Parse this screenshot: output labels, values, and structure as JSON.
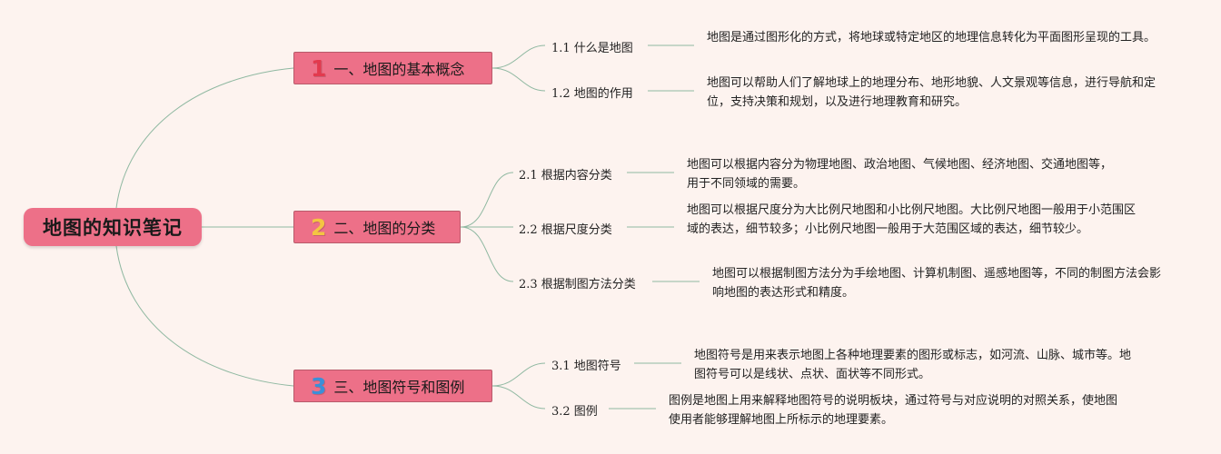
{
  "root": {
    "title": "地图的知识笔记"
  },
  "colors": {
    "node": "#ed7088",
    "line": "#8fb8a1",
    "n1": "#e23a4e",
    "n2": "#f4c542",
    "n3": "#3c8fd8",
    "background": "#fdf3ef"
  },
  "branches": [
    {
      "number": "1",
      "title": "一、地图的基本概念",
      "children": [
        {
          "title": "1.1 什么是地图",
          "desc": "地图是通过图形化的方式，将地球或特定地区的地理信息转化为平面图形呈现的工具。"
        },
        {
          "title": "1.2 地图的作用",
          "desc": "地图可以帮助人们了解地球上的地理分布、地形地貌、人文景观等信息，进行导航和定位，支持决策和规划，以及进行地理教育和研究。"
        }
      ]
    },
    {
      "number": "2",
      "title": "二、地图的分类",
      "children": [
        {
          "title": "2.1 根据内容分类",
          "desc": "地图可以根据内容分为物理地图、政治地图、气候地图、经济地图、交通地图等，用于不同领域的需要。"
        },
        {
          "title": "2.2 根据尺度分类",
          "desc": "地图可以根据尺度分为大比例尺地图和小比例尺地图。大比例尺地图一般用于小范围区域的表达，细节较多；小比例尺地图一般用于大范围区域的表达，细节较少。"
        },
        {
          "title": "2.3 根据制图方法分类",
          "desc": "地图可以根据制图方法分为手绘地图、计算机制图、遥感地图等，不同的制图方法会影响地图的表达形式和精度。"
        }
      ]
    },
    {
      "number": "3",
      "title": "三、地图符号和图例",
      "children": [
        {
          "title": "3.1 地图符号",
          "desc": "地图符号是用来表示地图上各种地理要素的图形或标志，如河流、山脉、城市等。地图符号可以是线状、点状、面状等不同形式。"
        },
        {
          "title": "3.2 图例",
          "desc": "图例是地图上用来解释地图符号的说明板块，通过符号与对应说明的对照关系，使地图使用者能够理解地图上所标示的地理要素。"
        }
      ]
    }
  ]
}
